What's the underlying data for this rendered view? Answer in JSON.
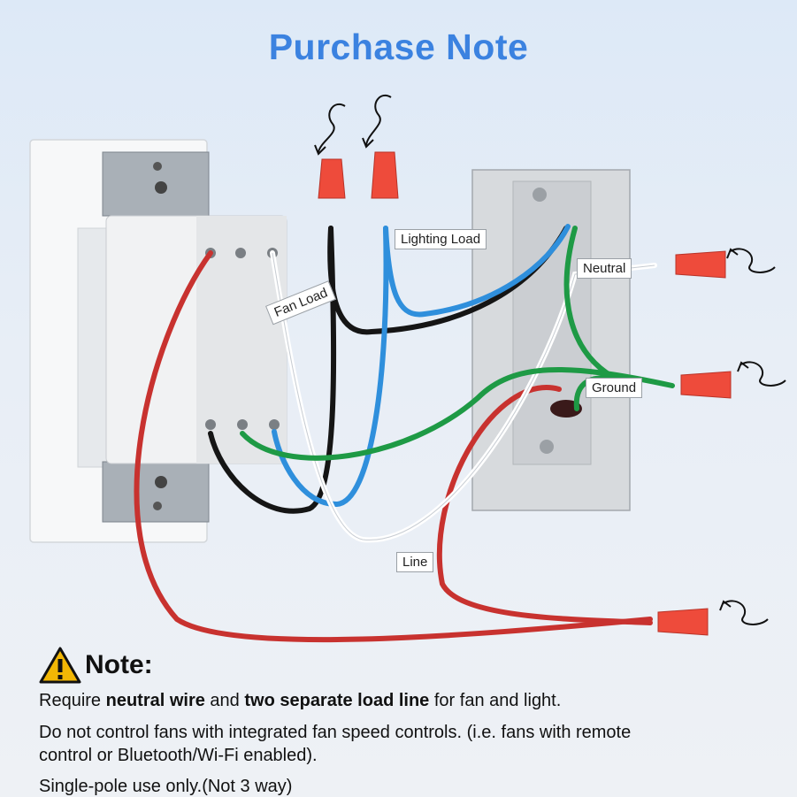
{
  "title": "Purchase Note",
  "wire_labels": {
    "lighting_load": "Lighting Load",
    "fan_load": "Fan Load",
    "neutral": "Neutral",
    "ground": "Ground",
    "line": "Line"
  },
  "note": {
    "heading": "Note:",
    "line1": {
      "pre": "Require ",
      "bold1": "neutral wire",
      "mid": " and ",
      "bold2": "two separate load line",
      "post": " for fan and light."
    },
    "line2a": "Do not control fans with integrated fan speed controls. (i.e. fans with remote",
    "line2b": "control or Bluetooth/Wi-Fi enabled).",
    "line3": "Single-pole use only.(Not 3 way)"
  },
  "colors": {
    "title": "#3b82e0",
    "wire_red": "#c8322f",
    "wire_black": "#151515",
    "wire_blue": "#2f8fdc",
    "wire_white": "#ffffff",
    "wire_green": "#1e9a45",
    "wire_nut": "#ee4b3b",
    "warning_yellow": "#f2b705"
  },
  "icons": [
    "warning-icon",
    "wire-nut-icon",
    "twist-arrow-icon"
  ]
}
